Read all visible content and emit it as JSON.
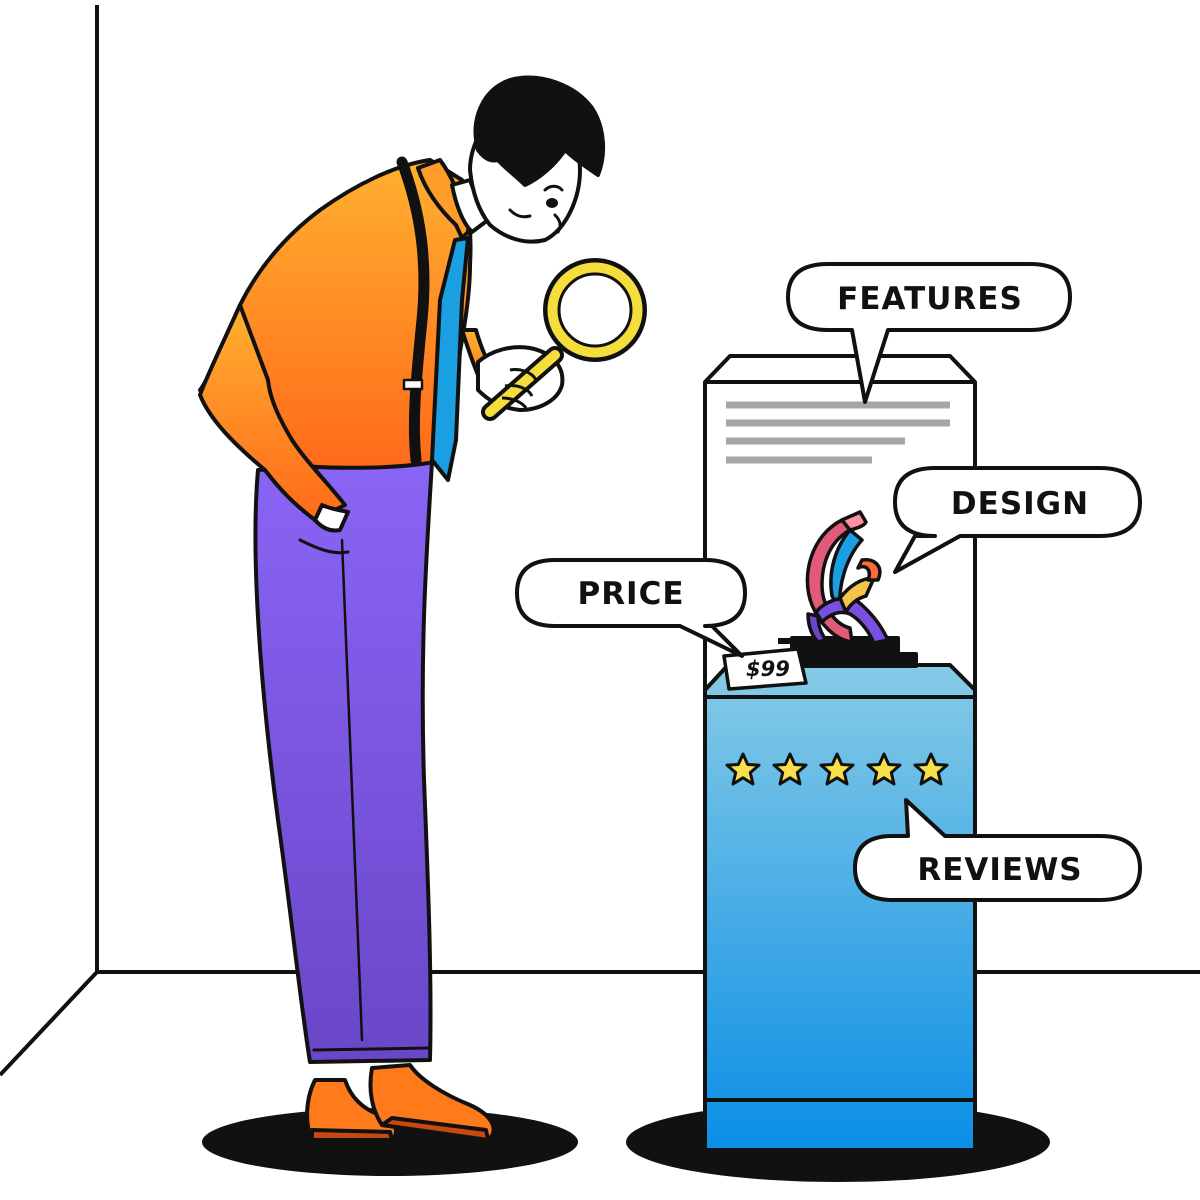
{
  "labels": {
    "features": "FEATURES",
    "design": "DESIGN",
    "price": "PRICE",
    "reviews": "REVIEWS",
    "price_tag": "$99"
  },
  "rating": {
    "stars": 5,
    "max": 5
  },
  "colors": {
    "shirt_top": "#ffb030",
    "shirt_bottom": "#ff6a1a",
    "pants_top": "#8a64f5",
    "pants_bottom": "#6a46c8",
    "pedestal_top": "#86cbe6",
    "pedestal_bottom": "#0a8fe6",
    "tie": "#1a9fe3",
    "star": "#f8e04a",
    "magnifier": "#f5de3c",
    "outline": "#111111"
  },
  "icons": [
    "magnifying-glass-icon",
    "star-icon",
    "sculpture-icon"
  ]
}
